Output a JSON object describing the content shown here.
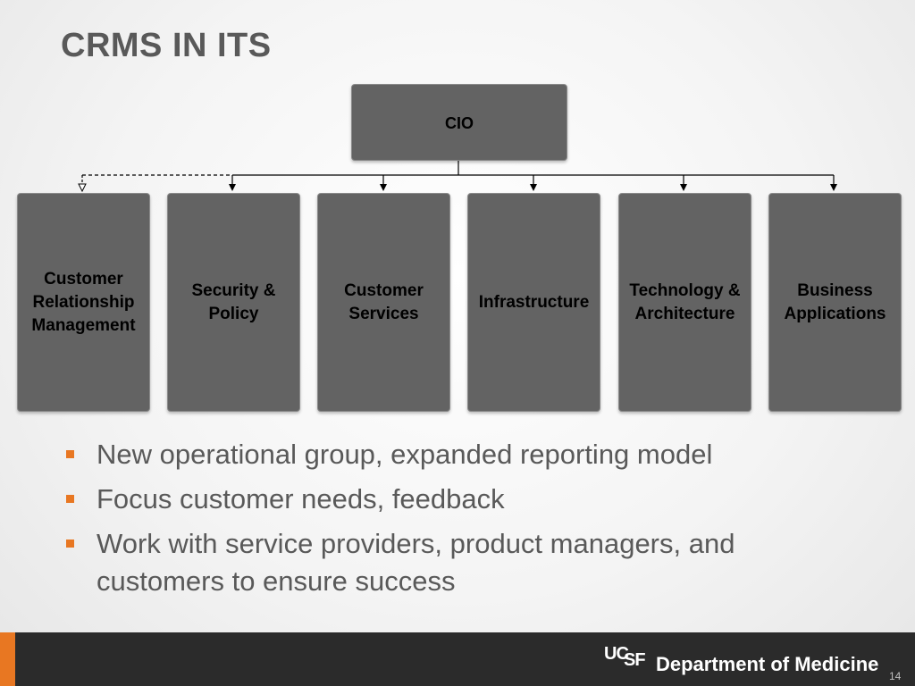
{
  "slide": {
    "title": "CRMS IN ITS",
    "page_number": "14"
  },
  "org_chart": {
    "root": {
      "label": "CIO"
    },
    "departments": [
      {
        "label": "Customer\nRelationship\nManagement",
        "link": "dashed"
      },
      {
        "label": "Security &\nPolicy",
        "link": "solid"
      },
      {
        "label": "Customer\nServices",
        "link": "solid"
      },
      {
        "label": "Infrastructure",
        "link": "solid"
      },
      {
        "label": "Technology &\nArchitecture",
        "link": "solid"
      },
      {
        "label": "Business\nApplications",
        "link": "solid"
      }
    ]
  },
  "bullets": [
    "New operational group, expanded reporting model",
    "Focus customer needs, feedback",
    "Work with service providers, product managers, and customers to ensure success"
  ],
  "footer": {
    "logo_mark_uc": "UC",
    "logo_mark_sf": "SF",
    "logo_text": "Department of Medicine"
  },
  "colors": {
    "accent": "#e87722",
    "box_fill": "#636363",
    "title_text": "#595959",
    "footer_bg": "#2b2b2b"
  }
}
